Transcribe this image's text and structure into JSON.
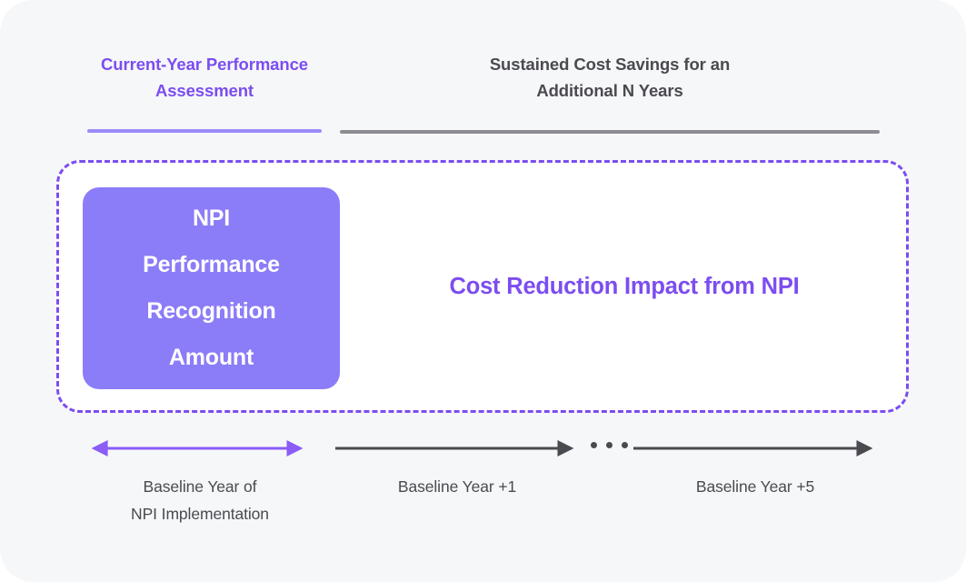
{
  "diagram": {
    "title": "Cost Reduction Impact from NPI timeline",
    "colors": {
      "accent_purple": "#7c4df0",
      "box_purple": "#8b7cf8",
      "rule_purple": "#9b8bfb",
      "gray": "#4a4a50",
      "rule_gray": "#8c8c92",
      "background": "#f6f7f9",
      "panel_background": "#ffffff"
    },
    "headers": [
      {
        "text_line_1": "Current-Year Performance",
        "text_line_2": "Assessment",
        "rule_color": "#9b8bfb"
      },
      {
        "text_line_1": "Sustained Cost Savings for an",
        "text_line_2": "Additional N Years",
        "rule_color": "#8c8c92"
      }
    ],
    "npi_box": {
      "lines": [
        "NPI",
        "Performance",
        "Recognition",
        "Amount"
      ]
    },
    "impact": {
      "label": "Cost Reduction Impact from NPI"
    },
    "timeline": {
      "arrows": [
        {
          "name": "baseline-year-arrow",
          "style": "double-headed",
          "color": "#8b5cf6"
        },
        {
          "name": "year-plus-1-arrow",
          "style": "single-headed",
          "color": "#4a4a50"
        },
        {
          "name": "year-plus-5-arrow",
          "style": "single-headed",
          "color": "#4a4a50"
        }
      ],
      "ellipsis": "•••"
    },
    "captions": [
      {
        "line_1": "Baseline Year of",
        "line_2": "NPI Implementation"
      },
      {
        "line_1": "Baseline Year +1",
        "line_2": ""
      },
      {
        "line_1": "Baseline Year +5",
        "line_2": ""
      }
    ]
  }
}
